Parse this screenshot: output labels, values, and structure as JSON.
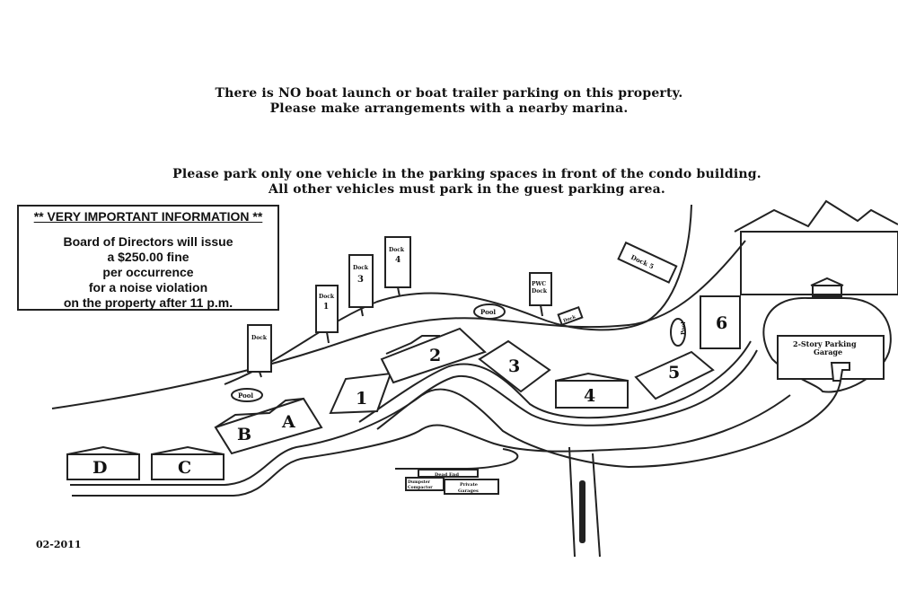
{
  "notices": {
    "line1": "There is NO boat launch or boat trailer parking on this property.",
    "line2": "Please make arrangements with a nearby marina.",
    "line3": "Please park only one vehicle in the parking spaces in front of the condo building.",
    "line4": "All other vehicles must park in the guest parking area."
  },
  "info_box": {
    "header": "** VERY IMPORTANT INFORMATION **",
    "lines": [
      "Board of Directors will issue",
      "a $250.00 fine",
      "per occurrence",
      "for a noise violation",
      "on the property after 11 p.m."
    ]
  },
  "labels": {
    "dock": "Dock",
    "dock1": "1",
    "dock3": "3",
    "dock4": "4",
    "dock5": "Dock 5",
    "pwc1": "PWC",
    "pwc2": "Dock",
    "boat": "Dock",
    "pool": "Pool",
    "buildingA": "A",
    "buildingB": "B",
    "buildingC": "C",
    "buildingD": "D",
    "building1": "1",
    "building2": "2",
    "building3": "3",
    "building4": "4",
    "building5": "5",
    "building6": "6",
    "garage1": "2-Story Parking",
    "garage2": "Garage",
    "dead_end": "Dead End",
    "dumpster1": "Dumpster",
    "dumpster2": "Compactor",
    "private1": "Private",
    "private2": "Garages"
  },
  "date_code": "02-2011"
}
